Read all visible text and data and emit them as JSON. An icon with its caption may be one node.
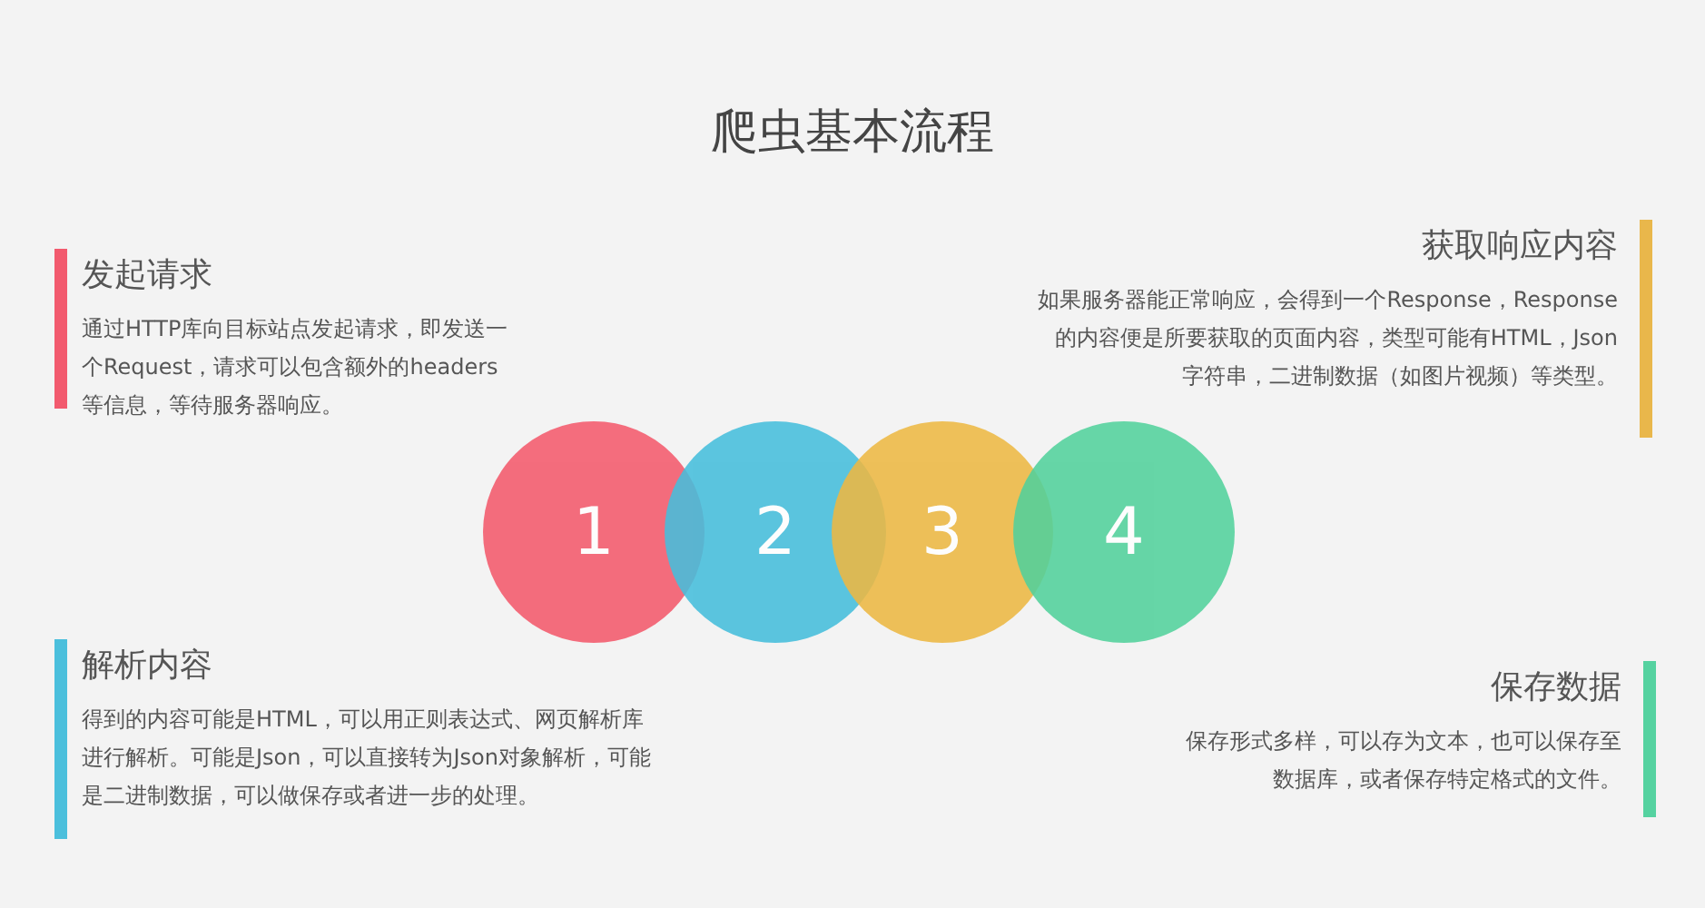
{
  "diagram": {
    "title": "爬虫基本流程",
    "nodes": [
      {
        "text": [
          "发起请求",
          "通过HTTP库向目标站点发起请求，即发送一个Request，请求可以包含额外的headers等信息，等待服务器响应。"
        ]
      },
      {
        "text": [
          "获取响应内容",
          "如果服务器能正常响应，会得到一个Response，Response的内容便是所要获取的页面内容，类型可能有HTML，Json字符串，二进制数据（如图片视频）等类型。"
        ]
      },
      {
        "text": [
          "1"
        ]
      },
      {
        "text": [
          "2"
        ]
      },
      {
        "text": [
          "3"
        ]
      },
      {
        "text": [
          "4"
        ]
      },
      {
        "text": [
          "解析内容",
          "得到的内容可能是HTML，可以用正则表达式、网页解析库进行解析。可能是Json，可以直接转为Json对象解析，可能是二进制数据，可以做保存或者进一步的处理。"
        ]
      },
      {
        "text": [
          "保存数据",
          "保存形式多样，可以存为文本，也可以保存至数据库，或者保存特定格式的文件。"
        ]
      }
    ],
    "edges": []
  }
}
